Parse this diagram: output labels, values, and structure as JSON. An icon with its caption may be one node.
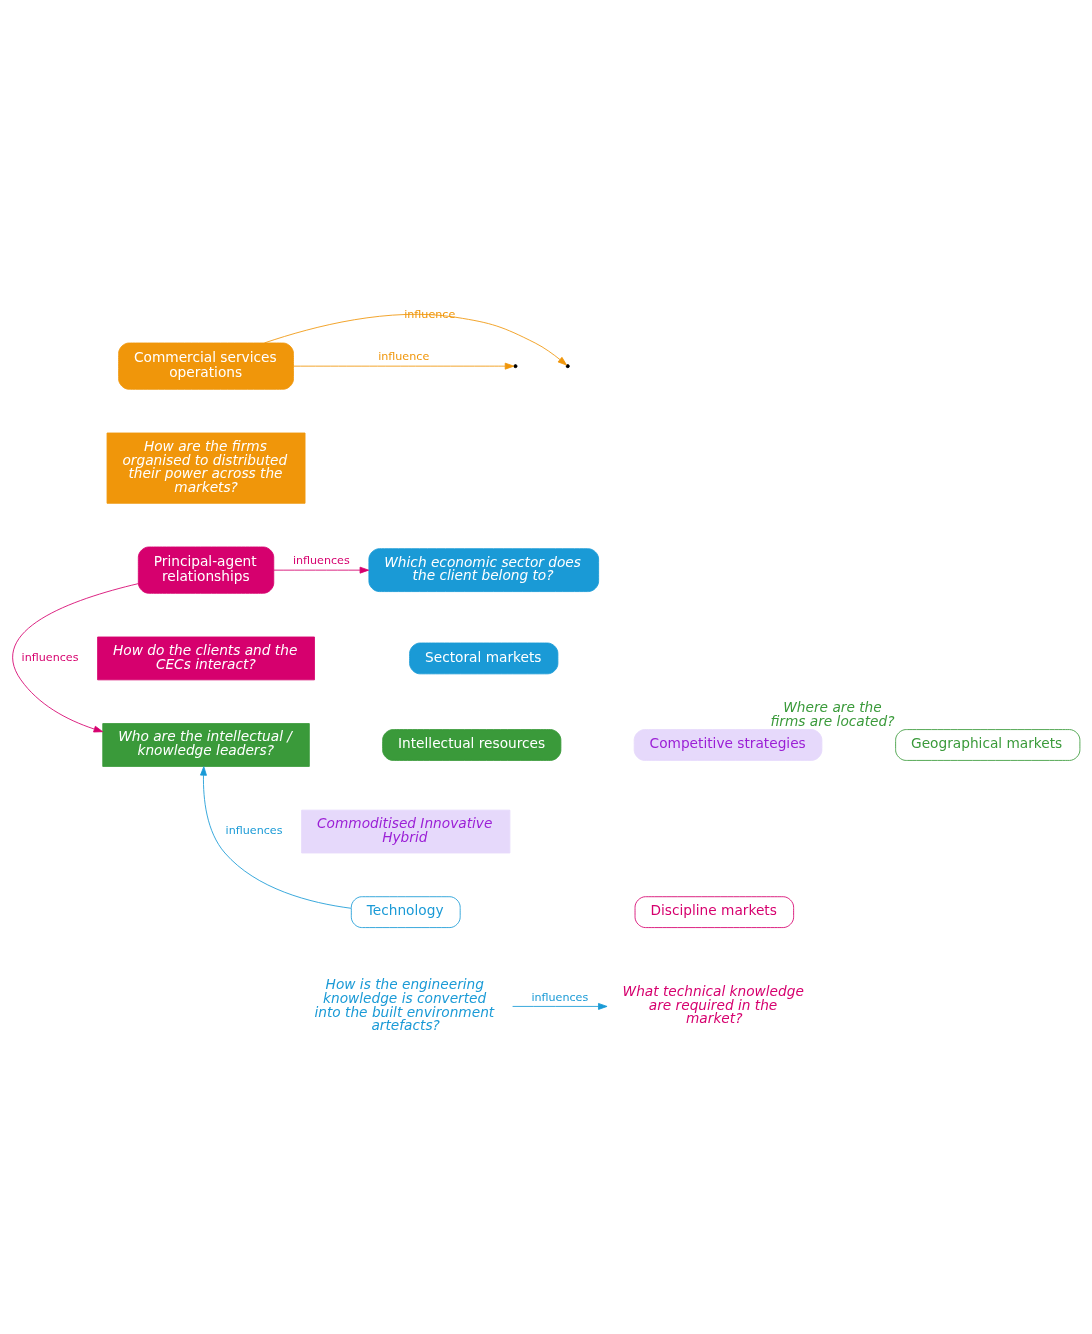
{
  "diagram": {
    "nodes": [
      {
        "text": [
          "Commercial services operations"
        ]
      },
      {
        "text": [
          "How are the firms organised to distributed their power across the markets?"
        ]
      },
      {
        "text": [
          "Principal-agent relationships"
        ]
      },
      {
        "text": [
          "How do the clients and the CECs interact?"
        ]
      },
      {
        "text": [
          "Which economic sector does the client belong to?"
        ]
      },
      {
        "text": [
          "Sectoral markets"
        ]
      },
      {
        "text": [
          "Who are the intellectual / knowledge leaders?"
        ]
      },
      {
        "text": [
          "Intellectual resources"
        ]
      },
      {
        "text": [
          "Competitive strategies"
        ]
      },
      {
        "text": [
          "Commoditised Innovative Hybrid"
        ]
      },
      {
        "text": [
          "Geographical markets"
        ],
        "beside": [
          "Where are the firms are located?"
        ]
      },
      {
        "text": [
          "Discipline markets"
        ]
      },
      {
        "text": [
          "What technical knowledge are required in the market?"
        ]
      },
      {
        "text": [
          "Technology"
        ]
      },
      {
        "text": [
          "How is the engineering knowledge is converted into the built environment artefacts?"
        ]
      }
    ],
    "edges": [
      {
        "from": 0,
        "to": null,
        "arrow": "to",
        "label": "influence",
        "color": "#f0960a"
      },
      {
        "from": 0,
        "to": null,
        "arrow": "to",
        "label": "influence",
        "color": "#f0960a"
      },
      {
        "from": 2,
        "to": 4,
        "arrow": "to",
        "label": "influences",
        "color": "#d6006e"
      },
      {
        "from": 2,
        "to": 6,
        "arrow": "to",
        "label": "influences",
        "color": "#d6006e"
      },
      {
        "from": 13,
        "to": 6,
        "arrow": "to",
        "label": "influences",
        "color": "#1a9ad6"
      },
      {
        "from": 14,
        "to": 12,
        "arrow": "to",
        "label": "influences",
        "color": "#1a9ad6"
      }
    ]
  }
}
